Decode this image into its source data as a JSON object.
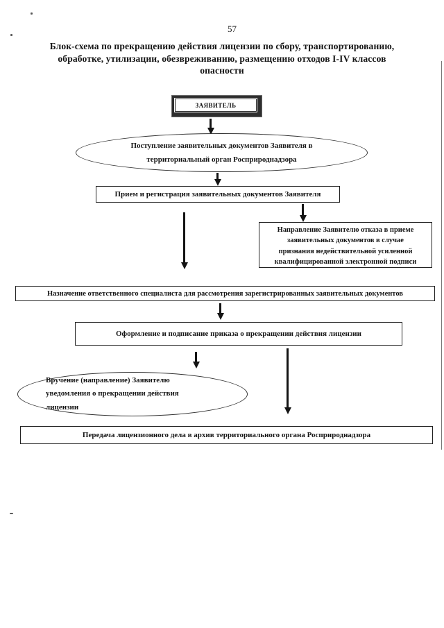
{
  "page_number": "57",
  "title": "Блок-схема по прекращению действия лицензии по сбору, транспортированию,\nобработке, утилизации, обезвреживанию, размещению отходов I-IV классов\nопасности",
  "colors": {
    "ink": "#1a1a1a",
    "paper": "#ffffff"
  },
  "flowchart": {
    "applicant": {
      "shape": "3d-box",
      "label": "ЗАЯВИТЕЛЬ"
    },
    "submission": {
      "shape": "ellipse",
      "label": "Поступление заявительных документов Заявителя  в\nтерриториальный орган Росприроднадзора"
    },
    "reception": {
      "shape": "rect",
      "label": "Прием и регистрация заявительных документов Заявителя"
    },
    "refusal": {
      "shape": "rect",
      "label": "Направление Заявителю отказа в приеме\nзаявительных документов в случае\nпризнания недействительной усиленной\nквалифицированной электронной подписи"
    },
    "assignment": {
      "shape": "rect",
      "label": "Назначение ответственного специалиста для рассмотрения зарегистрированных заявительных документов"
    },
    "order": {
      "shape": "rect",
      "label": "Оформление и подписание приказа о прекращении действия лицензии"
    },
    "notification": {
      "shape": "ellipse",
      "label": "Вручение (направление) Заявителю\nуведомления о прекращении действия\nлицензии"
    },
    "archive": {
      "shape": "rect",
      "label": "Передача лицензионного дела в архив территориального органа Росприроднадзора"
    }
  }
}
